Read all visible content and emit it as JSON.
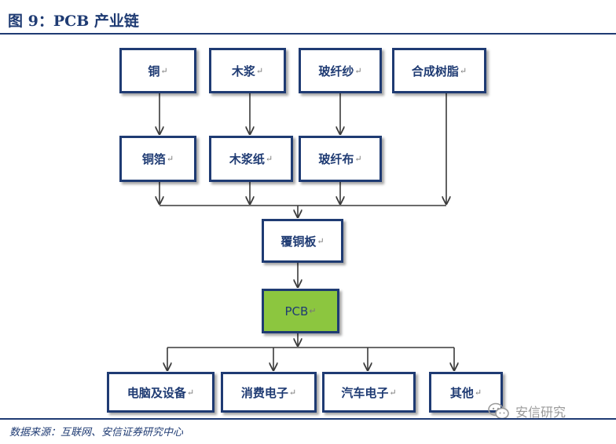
{
  "figure": {
    "title": "图 9：PCB 产业链",
    "source": "数据来源：互联网、安信证券研究中心",
    "watermark": "安信研究",
    "return_mark": "↵"
  },
  "diagram": {
    "raw_materials": [
      {
        "id": "copper",
        "label": "铜"
      },
      {
        "id": "wood-pulp",
        "label": "木浆"
      },
      {
        "id": "glass-fiber-yarn",
        "label": "玻纤纱"
      },
      {
        "id": "synthetic-resin",
        "label": "合成树脂"
      }
    ],
    "intermediates": [
      {
        "id": "copper-foil",
        "label": "铜箔"
      },
      {
        "id": "wood-pulp-paper",
        "label": "木浆纸"
      },
      {
        "id": "glass-fiber-cloth",
        "label": "玻纤布"
      }
    ],
    "laminate": {
      "id": "copper-clad-laminate",
      "label": "覆铜板"
    },
    "pcb": {
      "id": "pcb",
      "label": "PCB"
    },
    "applications": [
      {
        "id": "computers-devices",
        "label": "电脑及设备"
      },
      {
        "id": "consumer-electronics",
        "label": "消费电子"
      },
      {
        "id": "automotive-electronics",
        "label": "汽车电子"
      },
      {
        "id": "others",
        "label": "其他"
      }
    ]
  },
  "colors": {
    "border": "#1f3b73",
    "pcb_fill": "#8cc63f",
    "arrow": "#3a3a3a"
  }
}
